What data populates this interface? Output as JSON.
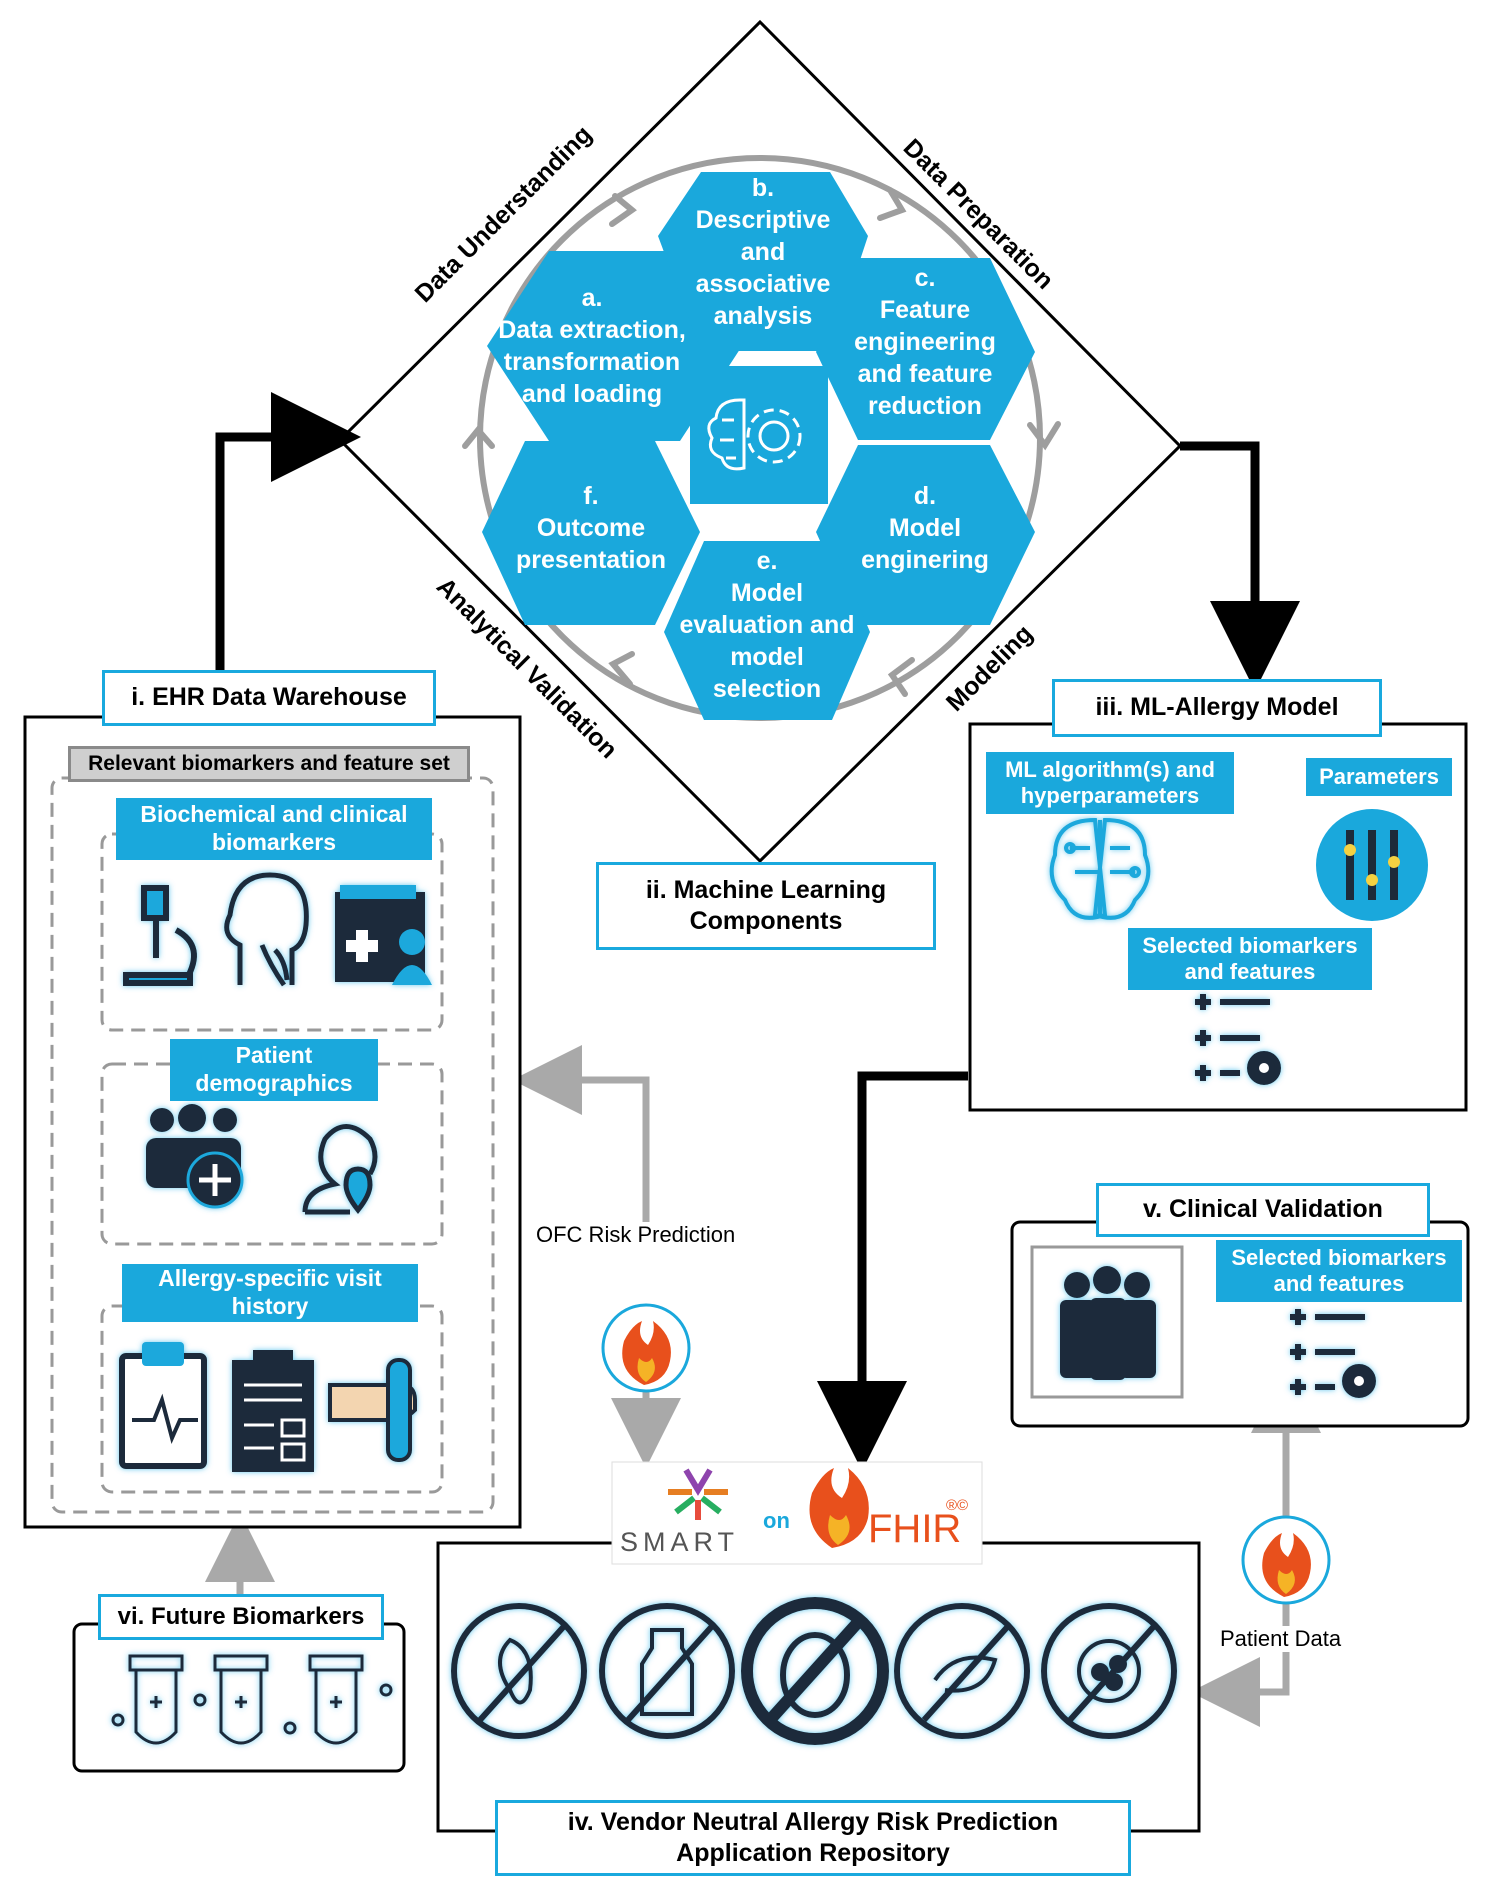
{
  "cycle": {
    "phases": [
      "Data Understanding",
      "Data Preparation",
      "Modeling",
      "Analytical Validation"
    ],
    "steps": [
      {
        "letter": "a.",
        "text": [
          "Data extraction,",
          "transformation",
          "and loading"
        ]
      },
      {
        "letter": "b.",
        "text": [
          "Descriptive",
          "and",
          "associative",
          "analysis"
        ]
      },
      {
        "letter": "c.",
        "text": [
          "Feature",
          "engineering",
          "and feature",
          "reduction"
        ]
      },
      {
        "letter": "d.",
        "text": [
          "Model",
          "enginering"
        ]
      },
      {
        "letter": "e.",
        "text": [
          "Model",
          "evaluation and",
          "model",
          "selection"
        ]
      },
      {
        "letter": "f.",
        "text": [
          "Outcome",
          "presentation"
        ]
      }
    ],
    "center_icon": "brain-gear-icon"
  },
  "ml_components": {
    "title_line1": "ii. Machine Learning",
    "title_line2": "Components"
  },
  "ehr": {
    "title": "i. EHR Data Warehouse",
    "set_title": "Relevant biomarkers and feature set",
    "groups": [
      {
        "title_line1": "Biochemical and clinical",
        "title_line2": "biomarkers",
        "icons": [
          "microscope-icon",
          "throat-anatomy-icon",
          "medical-folder-icon"
        ]
      },
      {
        "title_line1": "Patient",
        "title_line2": "demographics",
        "icons": [
          "patient-group-add-icon",
          "patient-location-icon"
        ]
      },
      {
        "title_line1": "Allergy-specific visit",
        "title_line2": "history",
        "icons": [
          "clipboard-ecg-icon",
          "clipboard-form-icon",
          "hand-test-tube-icon"
        ]
      }
    ]
  },
  "ml_allergy": {
    "title": "iii. ML-Allergy Model",
    "algo_line1": "ML algorithm(s) and",
    "algo_line2": "hyperparameters",
    "params": "Parameters",
    "features_line1": "Selected biomarkers",
    "features_line2": "and features"
  },
  "clinical": {
    "title": "v. Clinical Validation",
    "features_line1": "Selected biomarkers",
    "features_line2": "and features"
  },
  "future": {
    "title": "vi. Future Biomarkers"
  },
  "repository": {
    "title_line1": "iv. Vendor Neutral Allergy Risk Prediction",
    "title_line2": "Application Repository",
    "allergen_icons": [
      "no-peanut-icon",
      "no-milk-icon",
      "no-egg-icon",
      "no-shrimp-icon",
      "no-seed-icon"
    ]
  },
  "logos": {
    "smart": "SMART",
    "on": "on",
    "fhir": "FHIR",
    "fhir_mark": "®©"
  },
  "flows": {
    "ofc": "OFC Risk Prediction",
    "patient": "Patient Data"
  },
  "colors": {
    "accent": "#1aa8dc",
    "cycle_ring": "#9e9e9e",
    "flow_gray": "#a9a9a9",
    "dark_icon": "#1d2a3a"
  }
}
